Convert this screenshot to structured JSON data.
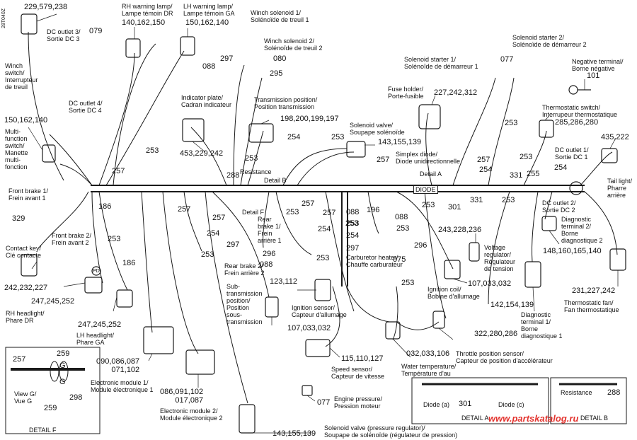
{
  "ref_code": "28T040Z",
  "watermark": "www.partskatalog.ru",
  "colors": {
    "line": "#1a1a1a",
    "watermark": "#e3342f",
    "background": "#ffffff"
  },
  "labels": {
    "winch_switch_parts": "229,579,238",
    "winch_switch": "Winch\nswitch/\nInterrupteur\nde treuil",
    "dc3": "DC outlet 3/\nSortie DC 3",
    "dc3_part": "079",
    "rh_lamp": "RH warning lamp/\nLampe témoin DR",
    "rh_lamp_parts": "140,162,150",
    "lh_lamp": "LH warning lamp/\nLampe témoin GA",
    "lh_lamp_parts": "150,162,140",
    "winch_sol1": "Winch solenoid 1/\nSolénoïde de treuil 1",
    "winch_sol2": "Winch solenoid 2/\nSolénoïde de treuil 2",
    "w297": "297",
    "w088": "088",
    "w080": "080",
    "w295": "295",
    "dc4": "DC outlet 4/\nSortie DC 4",
    "mfs_parts": "150,162,140",
    "mfs": "Multi-\nfunction\nswitch/\nManette\nmulti-\nfonction",
    "indicator": "Indicator plate/\nCadran indicateur",
    "indicator_parts": "453,229,242",
    "trans_pos": "Transmission position/\nPosition transmission",
    "trans_pos_parts": "198,200,199,197",
    "sol_valve": "Solenoid valve/\nSoupape solénoïde",
    "sol_valve_parts": "143,155,139",
    "fuse_holder": "Fuse holder/\nPorte-fusible",
    "fuse_parts": "227,242,312",
    "starter1": "Solenoid starter 1/\nSolénoïde de démarreur 1",
    "starter2": "Solenoid starter 2/\nSolénoïde de démarreur 2",
    "w077": "077",
    "neg_term": "Negative terminal/\nBorne négative",
    "neg_part": "101",
    "thermo_switch": "Thermostatic switch/\nInterrupeur thermostatique",
    "thermo_parts": "285,286,280",
    "w435": "435,222",
    "dc1": "DC outlet 1/\nSortie DC 1",
    "tail_light": "Tail light/\nPharre\narrière",
    "w253": "253",
    "w257": "257",
    "w254": "254",
    "w255": "255",
    "w331": "331",
    "w301": "301",
    "w186": "186",
    "w288": "288",
    "simplex": "Simplex diode/\nDiode unidirectionnelle",
    "detail_a": "Detail A",
    "detail_b": "Detail B",
    "detail_f": "Detail F",
    "resistance": "Resistance",
    "diode": "DIODE",
    "front_brake1": "Front brake 1/\nFrein avant 1",
    "w329": "329",
    "front_brake2": "Front brake 2/\nFrein avant 2",
    "contact_key": "Contact key/\nClé contacte",
    "ck_parts": "242,232,227",
    "rh_head_parts": "247,245,252",
    "rh_head": "RH headlight/\nPhare DR",
    "lh_head_parts": "247,245,252",
    "lh_head": "LH headlight/\nPhare GA",
    "pd": "PD",
    "rear_brake1": "Rear\nbrake 1/\nFrein\narrière 1",
    "rear_brake2": "Rear brake 2/\nFrein arrière 2",
    "w296": "296",
    "w088b": "088",
    "w196": "196",
    "w075": "075",
    "carb_heater": "Carburetor heater/\nChauffe carburateur",
    "vreg_parts": "243,228,236",
    "vreg": "Voltage\nregulator/\nRégulateur\nde tension",
    "ign_coil_parts": "107,033,032",
    "ign_coil": "Ignition coil/\nBobine d'allumage",
    "dc2": "DC outlet 2/\nSortie DC 2",
    "diag2": "Diagnostic\nterminal 2/\nBorne\ndiagnostique 2",
    "diag2_parts": "148,160,165,140",
    "diag1_parts": "142,154,139",
    "diag1": "Diagnostic\nterminal 1/\nBorne\ndiagnostique 1",
    "fan_parts": "231,227,242",
    "fan": "Thermostatic fan/\nFan thermostatique",
    "ign_sensor_parts": "123,112",
    "ign_sensor": "Ignition sensor/\nCapteur d'allumage",
    "sub_trans": "Sub-\ntransmission\nposition/\nPosition\nsous-\ntransmission",
    "sub_trans_parts": "107,033,032",
    "tps_parts": "322,280,286",
    "tps": "Throttle position sensor/\nCapteur de position d'accélérateur",
    "water_temp_parts": "032,033,106",
    "water_temp": "Water temperature/\nTempérature d'au",
    "speed_parts": "115,110,127",
    "speed": "Speed sensor/\nCapteur de vitesse",
    "ecm1_parts": "090,086,087\n071,102",
    "ecm1": "Electronic module 1/\nModule électronique 1",
    "ecm2_parts": "086,091,102\n017,087",
    "ecm2": "Electronic module 2/\nModule électronique 2",
    "oil_parts": "077",
    "oil": "Engine pressure/\nPression moteur",
    "sv2_parts": "143,155,139",
    "sv2": "Solenoid valve (pressure regulator)/\nSoupape de solénoïde (régulateur de pression)",
    "f257": "257",
    "f259a": "259",
    "f259b": "259",
    "fG1": "G",
    "fG2": "G",
    "f298": "298",
    "view_g": "View G/\nVue G",
    "detail_f_title": "DETAIL F",
    "da_301": "301",
    "da_diode_a": "Diode (a)",
    "da_diode_c": "Diode (c)",
    "da_title": "DETAIL A",
    "db_resist": "Resistance",
    "db_288": "288",
    "db_title": "DETAIL B"
  }
}
